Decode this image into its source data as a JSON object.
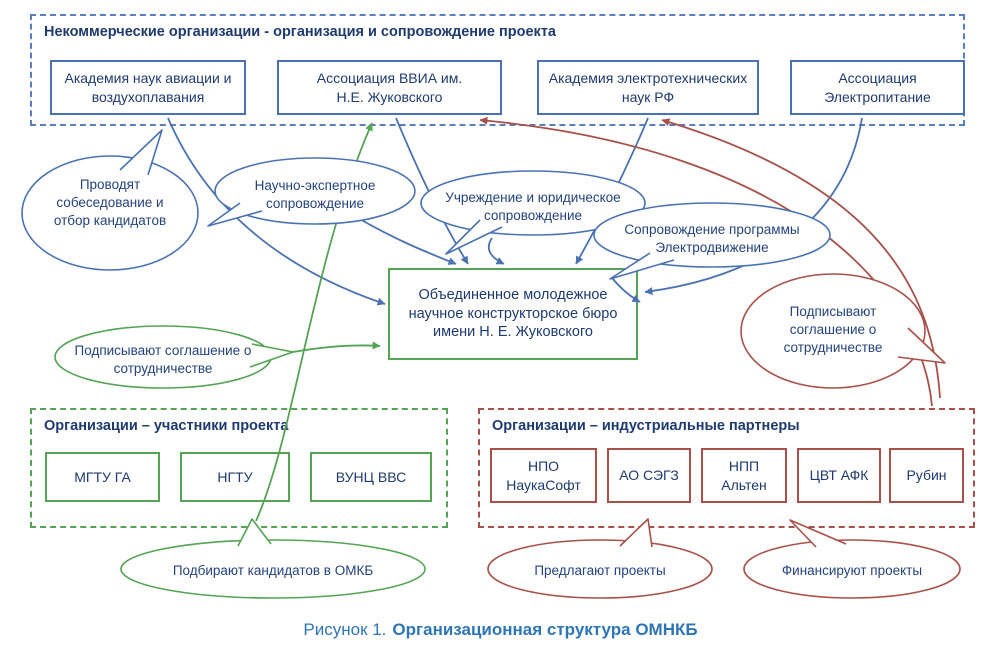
{
  "caption": {
    "prefix": "Рисунок 1.",
    "title": "Организационная структура ОМНКБ"
  },
  "colors": {
    "blue": "#4a72b2",
    "green": "#55a355",
    "red": "#a8504a",
    "text_navy": "#1e3a6e",
    "caption_blue": "#2e75b6"
  },
  "groups": {
    "noncommercial": {
      "title": "Некоммерческие организации - организация и сопровождение проекта",
      "items": [
        "Академия наук авиации и воздухоплавания",
        "Ассоциация ВВИА им. Н.Е. Жуковского",
        "Академия электротехнических наук РФ",
        "Ассоциация Электропитание"
      ]
    },
    "participants": {
      "title": "Организации – участники проекта",
      "items": [
        "МГТУ ГА",
        "НГТУ",
        "ВУНЦ ВВС"
      ]
    },
    "industrial": {
      "title": "Организации – индустриальные партнеры",
      "items": [
        "НПО НаукаСофт",
        "АО СЭГЗ",
        "НПП Альтен",
        "ЦВТ АФК",
        "Рубин"
      ]
    }
  },
  "center_box": {
    "label": "Объединенное молодежное научное конструкторское бюро имени Н. Е. Жуковского"
  },
  "bubbles": {
    "interview": "Проводят собеседование и отбор кандидатов",
    "expert": "Научно-экспертное сопровождение",
    "legal": "Учреждение и юридическое сопровождение",
    "program": "Сопровождение программы Электродвижение",
    "agreement_green": "Подписывают соглашение о сотрудничестве",
    "agreement_red": "Подписывают соглашение о сотрудничестве",
    "recruit": "Подбирают кандидатов в ОМКБ",
    "propose": "Предлагают проекты",
    "finance": "Финансируют проекты"
  }
}
